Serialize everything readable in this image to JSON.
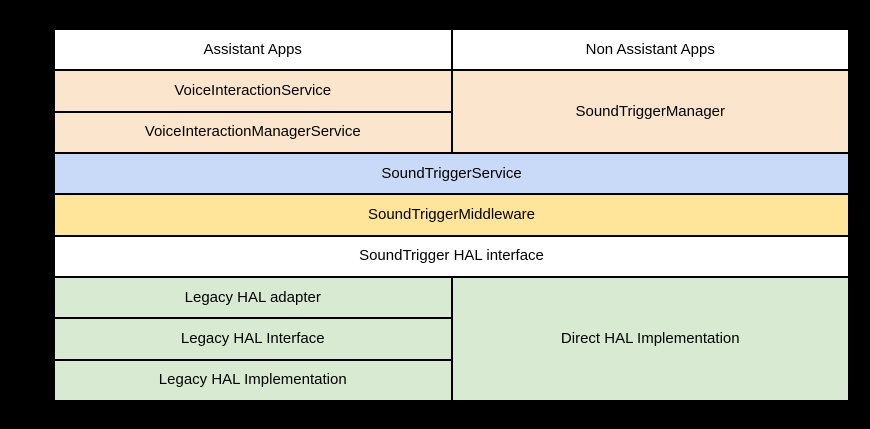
{
  "palette": {
    "background": "#000000",
    "border": "#000000",
    "text": "#000000",
    "white": "#ffffff",
    "peach": "#fce5cd",
    "blue": "#c9daf8",
    "yellow": "#ffe599",
    "green": "#d9ead3"
  },
  "cells": {
    "assistant_apps": {
      "label": "Assistant Apps",
      "fill": "white"
    },
    "non_assistant_apps": {
      "label": "Non Assistant Apps",
      "fill": "white"
    },
    "voice_interaction_service": {
      "label": "VoiceInteractionService",
      "fill": "peach"
    },
    "sound_trigger_manager": {
      "label": "SoundTriggerManager",
      "fill": "peach"
    },
    "voice_interaction_manager_service": {
      "label": "VoiceInteractionManagerService",
      "fill": "peach"
    },
    "sound_trigger_service": {
      "label": "SoundTriggerService",
      "fill": "blue"
    },
    "sound_trigger_middleware": {
      "label": "SoundTriggerMiddleware",
      "fill": "yellow"
    },
    "sound_trigger_hal_interface": {
      "label": "SoundTrigger HAL interface",
      "fill": "white"
    },
    "legacy_hal_adapter": {
      "label": "Legacy HAL adapter",
      "fill": "green"
    },
    "direct_hal_implementation": {
      "label": "Direct HAL Implementation",
      "fill": "green"
    },
    "legacy_hal_interface": {
      "label": "Legacy HAL Interface",
      "fill": "green"
    },
    "legacy_hal_implementation": {
      "label": "Legacy HAL Implementation",
      "fill": "green"
    }
  }
}
